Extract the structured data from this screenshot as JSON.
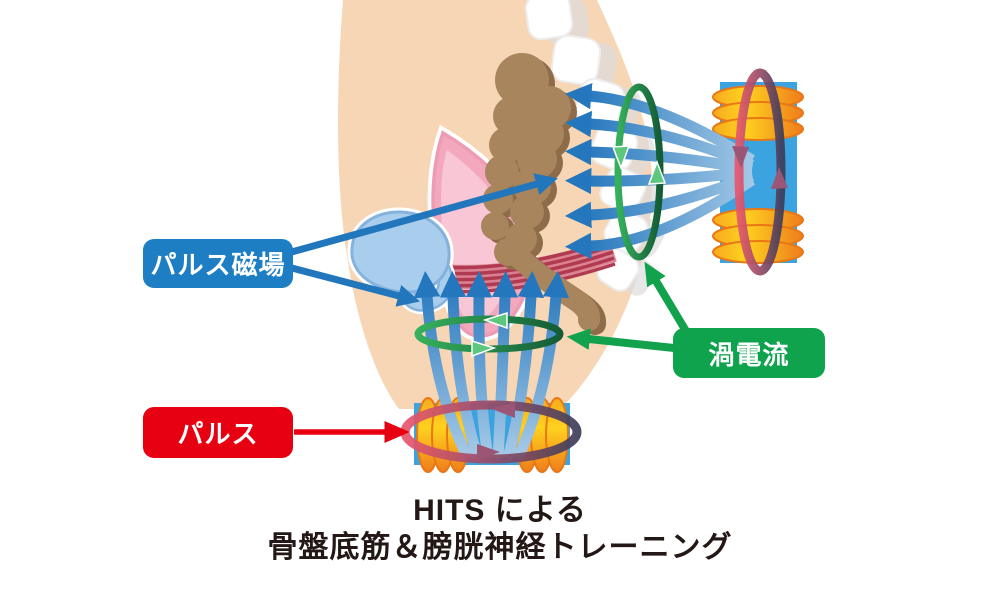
{
  "labels": {
    "pulse_magnetic_field": {
      "text": "パルス磁場",
      "color": "#1E7EC4"
    },
    "eddy_current": {
      "text": "渦電流",
      "color": "#0FA34D"
    },
    "pulse": {
      "text": "パルス",
      "color": "#E60012"
    }
  },
  "caption": {
    "line1": "HITS による",
    "line2": "骨盤底筋＆膀胱神経トレーニング"
  },
  "colors": {
    "background": "#FFFFFF",
    "body_skin": "#F7D6B6",
    "field_line_blue_dark": "#2577BD",
    "field_line_blue_light": "#A9CCE8",
    "device_core_blue": "#3BA3DF",
    "coil_yellow": "#FFD21E",
    "coil_orange": "#EE7D1C",
    "pulse_ring_red": "#E7556D",
    "pulse_ring_dark": "#3C3D5A",
    "pulse_ring_arrow": "#9A5674",
    "eddy_ring_green_light": "#36B05D",
    "eddy_ring_green_dark": "#145C36",
    "rectum_brown": "#A8855D",
    "uterus_pink": "#F3A8BE",
    "bladder_blue": "#A9CDEC",
    "pelvic_floor_red": "#B03A50",
    "vertebra_white": "#FFFFFF",
    "caption_text": "#231815"
  }
}
